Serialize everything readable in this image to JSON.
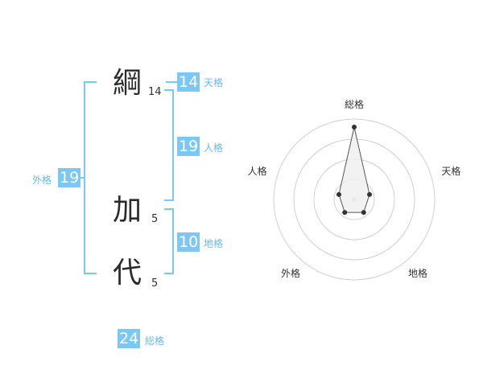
{
  "name": {
    "chars": [
      {
        "char": "綱",
        "strokes": "14"
      },
      {
        "char": "加",
        "strokes": "5"
      },
      {
        "char": "代",
        "strokes": "5"
      }
    ]
  },
  "kaku": {
    "tenkaku": {
      "value": "14",
      "label": "天格"
    },
    "jinkaku": {
      "value": "19",
      "label": "人格"
    },
    "chikaku": {
      "value": "10",
      "label": "地格"
    },
    "gaikaku": {
      "value": "19",
      "label": "外格"
    },
    "soukaku": {
      "value": "24",
      "label": "総格"
    }
  },
  "chart_data": {
    "type": "radar",
    "axes": [
      "総格",
      "天格",
      "地格",
      "外格",
      "人格"
    ],
    "values": [
      0.9,
      0.2,
      0.2,
      0.2,
      0.2
    ],
    "rings": 4,
    "colors": {
      "grid": "#d0d0d0",
      "fill": "#f0f0f0",
      "stroke": "#555555",
      "point": "#333333",
      "center": "#cccccc"
    }
  },
  "colors": {
    "accent": "#7cc8f4",
    "label": "#6ab8ea"
  }
}
